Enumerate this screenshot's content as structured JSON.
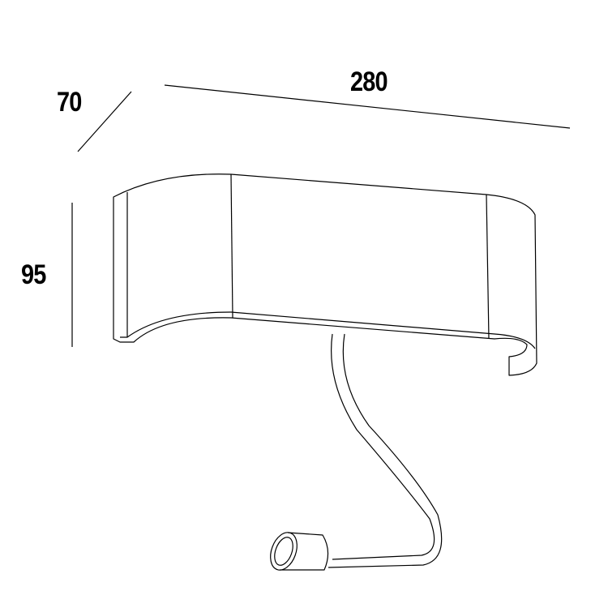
{
  "dimensions": {
    "depth": "70",
    "width": "280",
    "height": "95"
  },
  "colors": {
    "line": "#000000",
    "background": "#ffffff"
  }
}
